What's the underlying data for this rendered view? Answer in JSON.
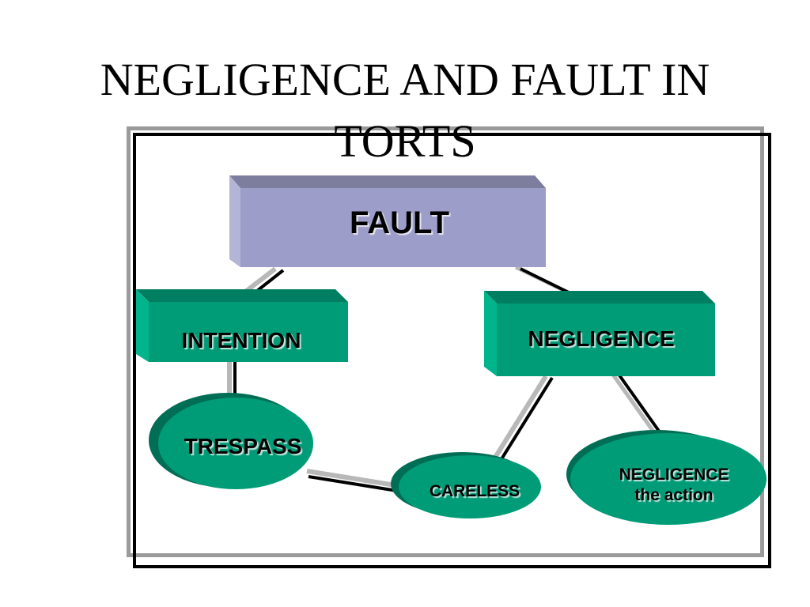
{
  "title": "NEGLIGENCE AND FAULT IN TORTS",
  "nodes": {
    "fault": "FAULT",
    "intention": "INTENTION",
    "negligence": "NEGLIGENCE",
    "trespass": "TRESPASS",
    "careless": "CARELESS",
    "negligence_action_line1": "NEGLIGENCE",
    "negligence_action_line2": "the action"
  },
  "colors": {
    "fault_box": "#9d9dc9",
    "fault_box_top": "#7d7d9d",
    "green_box": "#009b77",
    "green_box_top": "#007e61",
    "green_dark": "#006e55",
    "frame_outer": "#9a9a9a",
    "frame_inner": "#000000"
  },
  "edges": [
    {
      "from": "FAULT",
      "to": "INTENTION"
    },
    {
      "from": "FAULT",
      "to": "NEGLIGENCE"
    },
    {
      "from": "INTENTION",
      "to": "TRESPASS"
    },
    {
      "from": "TRESPASS",
      "to": "CARELESS"
    },
    {
      "from": "NEGLIGENCE",
      "to": "CARELESS"
    },
    {
      "from": "NEGLIGENCE",
      "to": "NEGLIGENCE the action"
    }
  ]
}
